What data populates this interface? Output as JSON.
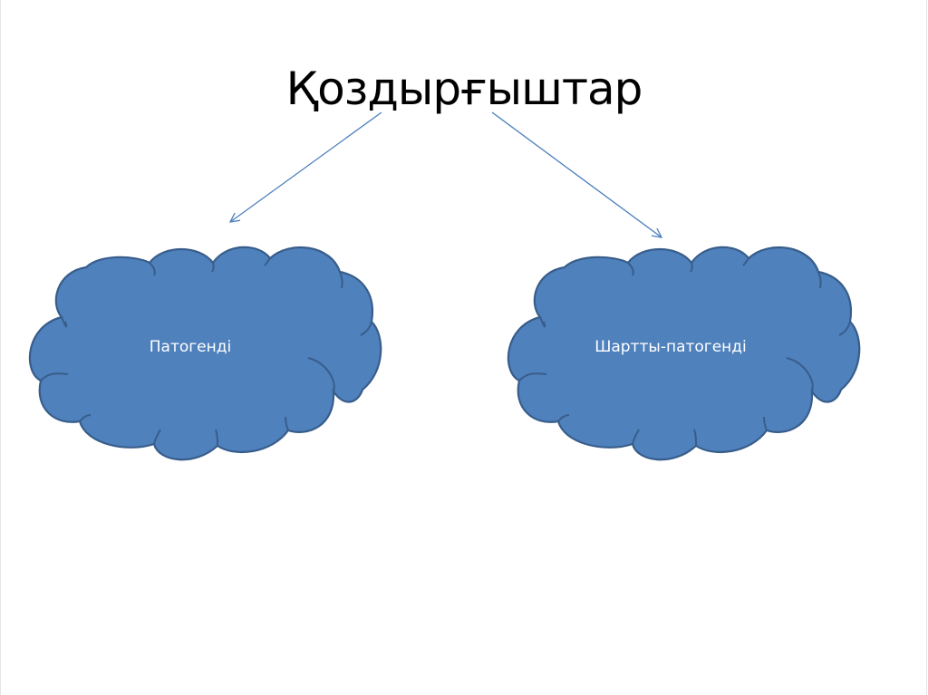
{
  "slide": {
    "title": "Қоздырғыштар",
    "nodes": [
      {
        "id": "left",
        "label": "Патогенді"
      },
      {
        "id": "right",
        "label": "Шартты-патогенді"
      }
    ],
    "colors": {
      "cloud_fill": "#4f81bd",
      "cloud_stroke": "#385d8a",
      "arrow": "#4a7ebb",
      "title": "#000000",
      "label": "#ffffff"
    }
  }
}
